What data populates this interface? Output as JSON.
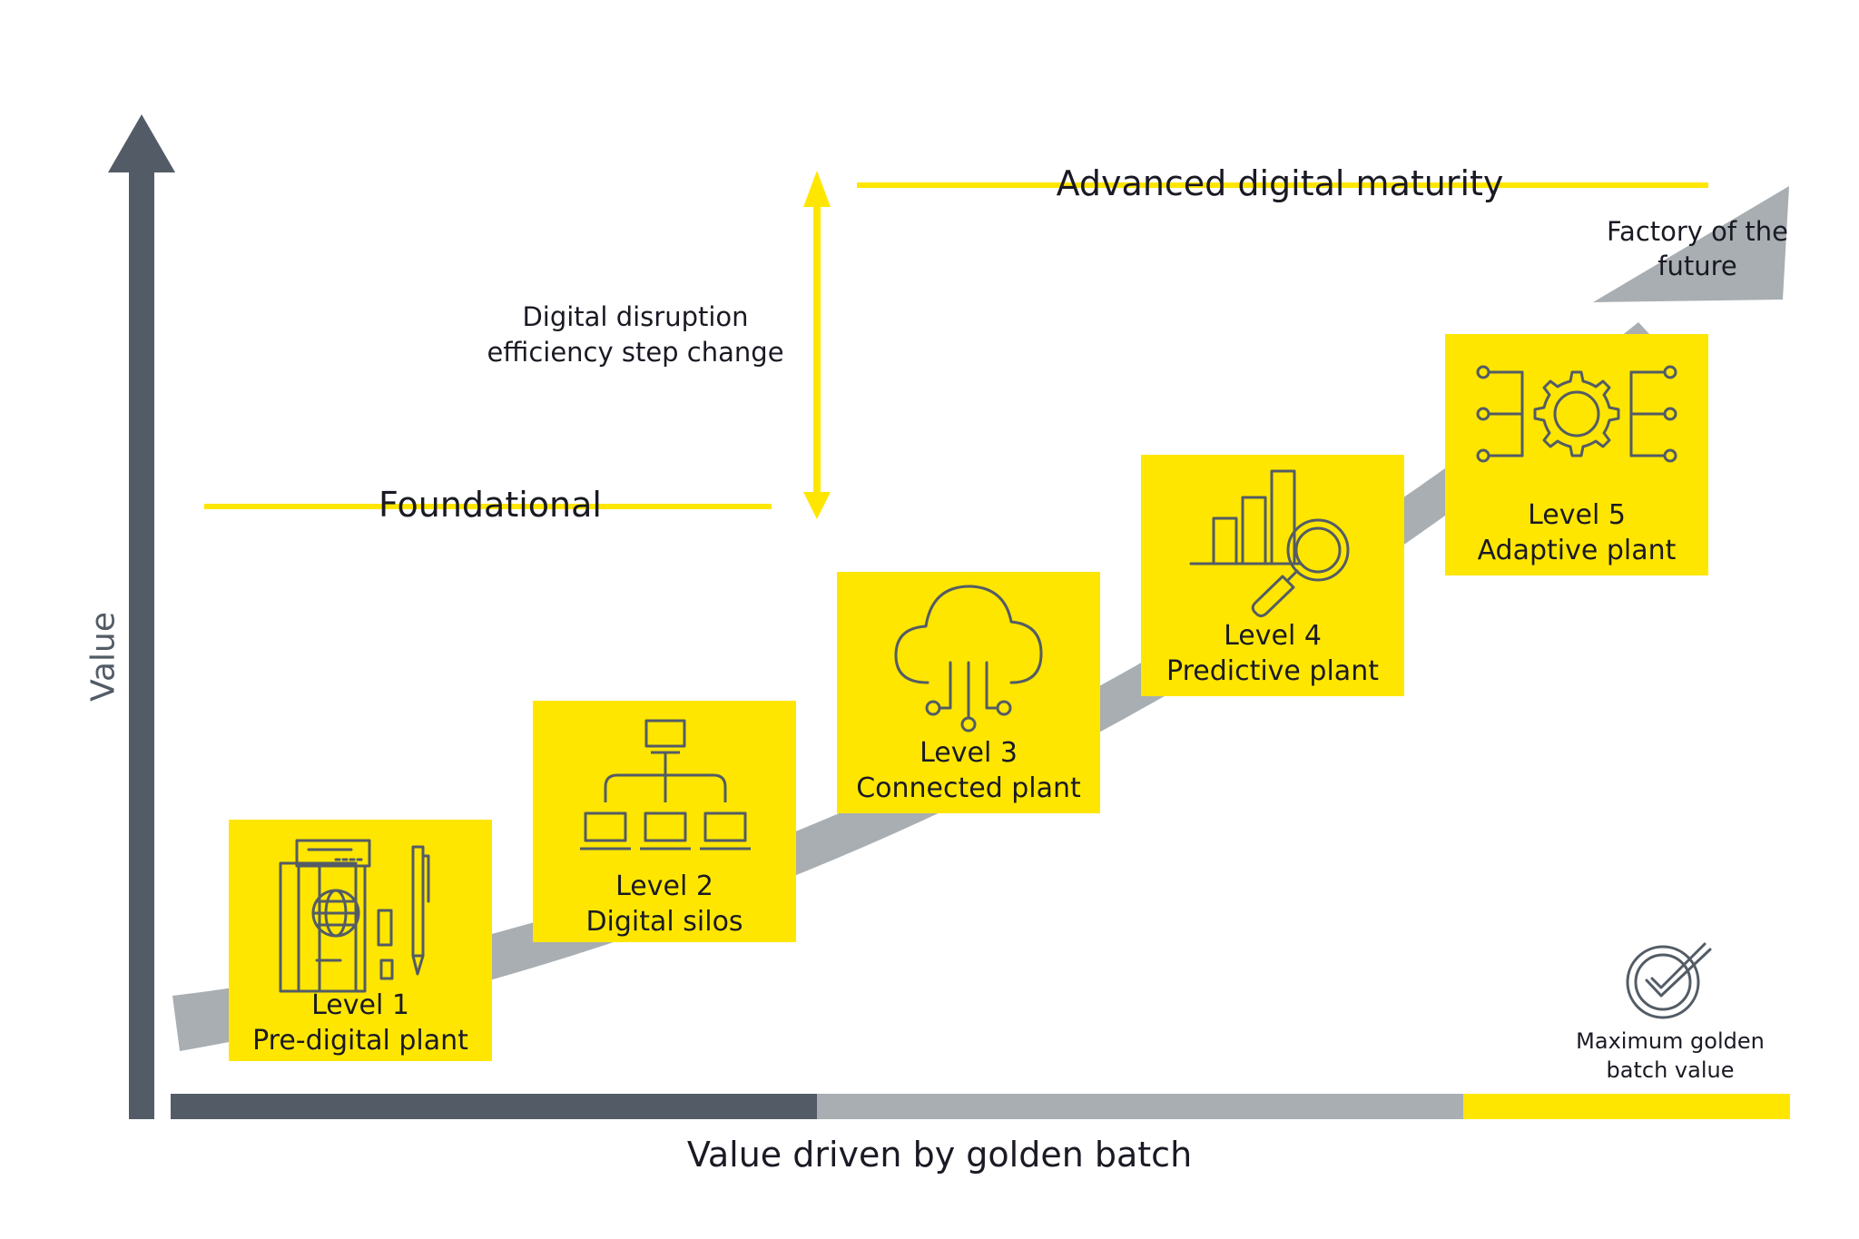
{
  "axes": {
    "y_label": "Value",
    "x_label": "Value driven by golden batch"
  },
  "phases": {
    "foundational": "Foundational",
    "advanced": "Advanced digital maturity"
  },
  "step_change": {
    "line1": "Digital disruption",
    "line2": "efficiency step change"
  },
  "destination": {
    "line1": "Factory of the",
    "line2": "future"
  },
  "levels": [
    {
      "level": "Level 1",
      "name": "Pre-digital plant",
      "icon": "passport-documents-icon"
    },
    {
      "level": "Level 2",
      "name": "Digital silos",
      "icon": "network-hierarchy-icon"
    },
    {
      "level": "Level 3",
      "name": "Connected plant",
      "icon": "cloud-connection-icon"
    },
    {
      "level": "Level 4",
      "name": "Predictive plant",
      "icon": "bar-chart-magnifier-icon"
    },
    {
      "level": "Level 5",
      "name": "Adaptive plant",
      "icon": "gear-circuit-icon"
    }
  ],
  "golden_batch": {
    "line1": "Maximum golden",
    "line2": "batch value",
    "icon": "check-badge-icon"
  },
  "colors": {
    "yellow": "#ffe600",
    "dark_gray": "#535c66",
    "light_gray": "#a8aeb2",
    "text": "#1a1a24"
  }
}
